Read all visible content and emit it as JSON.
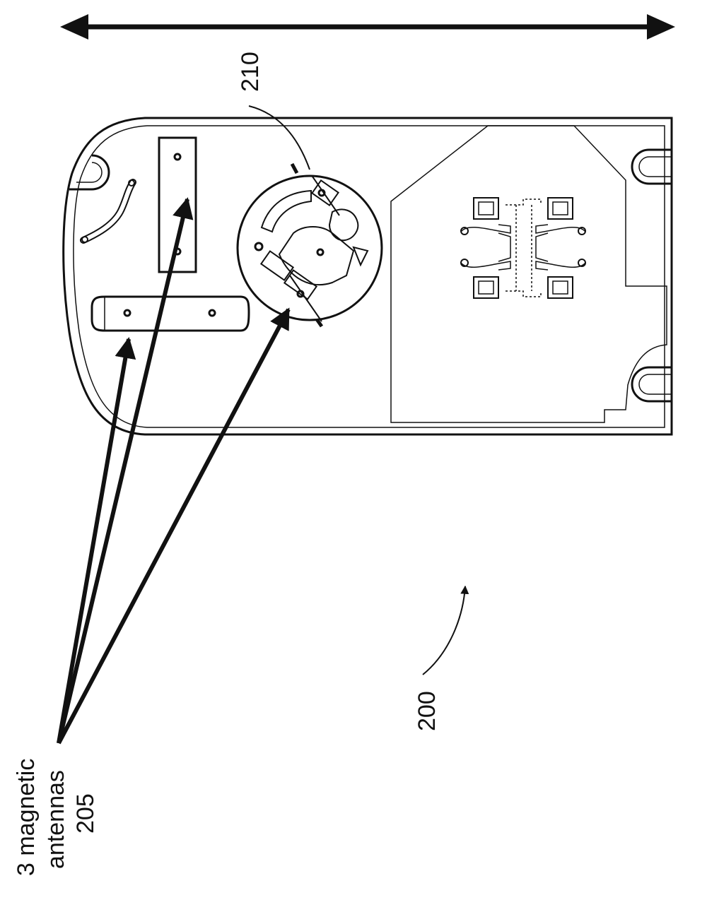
{
  "labels": {
    "ref_200": "200",
    "ref_210": "210",
    "antennas_line1": "3 magnetic",
    "antennas_line2": "antennas",
    "antennas_ref": "205"
  },
  "colors": {
    "ink": "#111111",
    "background": "#ffffff"
  }
}
